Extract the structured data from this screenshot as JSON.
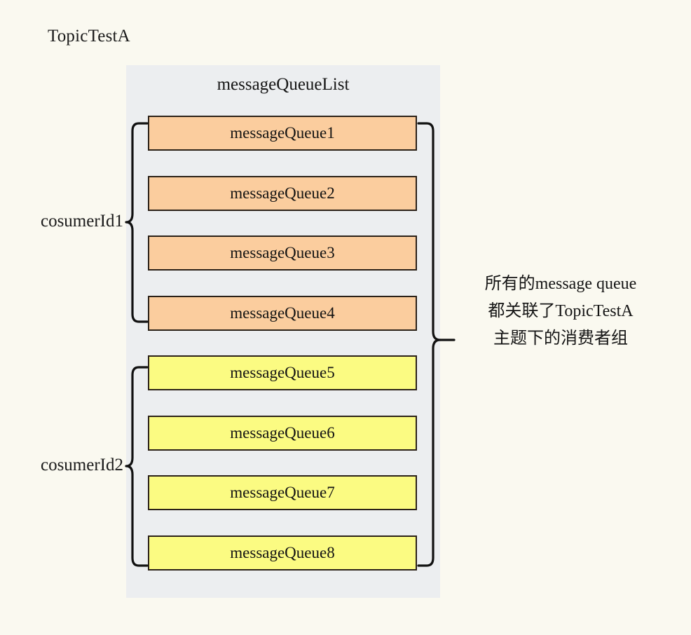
{
  "diagram": {
    "topic_title": "TopicTestA",
    "panel_heading": "messageQueueList",
    "queues": [
      {
        "label": "messageQueue1",
        "color": "#fbcd9e",
        "group": "cosumerId1"
      },
      {
        "label": "messageQueue2",
        "color": "#fbcd9e",
        "group": "cosumerId1"
      },
      {
        "label": "messageQueue3",
        "color": "#fbcd9e",
        "group": "cosumerId1"
      },
      {
        "label": "messageQueue4",
        "color": "#fbcd9e",
        "group": "cosumerId1"
      },
      {
        "label": "messageQueue5",
        "color": "#fbfb82",
        "group": "cosumerId2"
      },
      {
        "label": "messageQueue6",
        "color": "#fbfb82",
        "group": "cosumerId2"
      },
      {
        "label": "messageQueue7",
        "color": "#fbfb82",
        "group": "cosumerId2"
      },
      {
        "label": "messageQueue8",
        "color": "#fbfb82",
        "group": "cosumerId2"
      }
    ],
    "consumer_groups": [
      {
        "label": "cosumerId1"
      },
      {
        "label": "cosumerId2"
      }
    ],
    "annotation": {
      "line1": "所有的message queue",
      "line2": "都关联了TopicTestA",
      "line3": "主题下的消费者组"
    },
    "colors": {
      "background": "#faf9f0",
      "panel": "#eceef0",
      "orange_queue": "#fbcd9e",
      "yellow_queue": "#fbfb82",
      "outline": "#2b2118",
      "text": "#131313"
    }
  }
}
